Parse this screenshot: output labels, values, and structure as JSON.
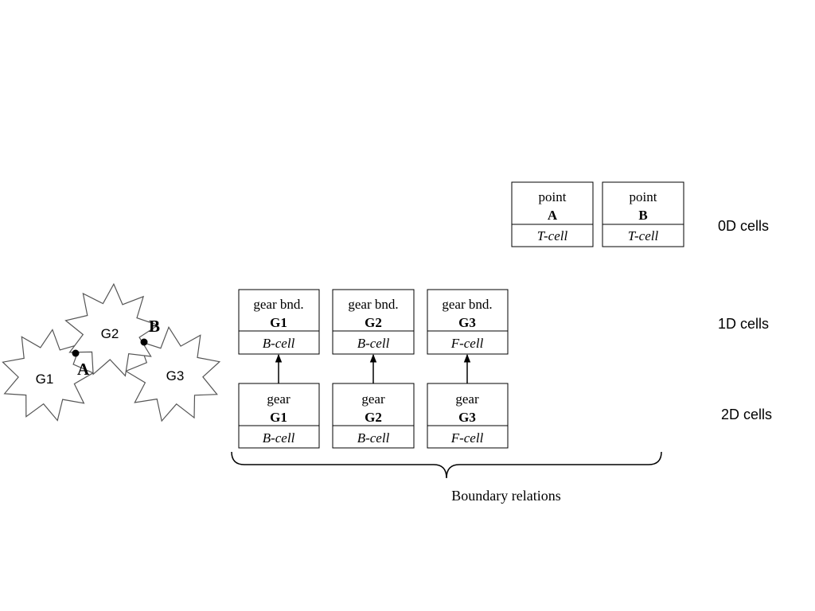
{
  "gears": [
    {
      "id": "gear-g1",
      "label": "G1"
    },
    {
      "id": "gear-g2",
      "label": "G2"
    },
    {
      "id": "gear-g3",
      "label": "G3"
    }
  ],
  "contact_points": [
    {
      "label": "A"
    },
    {
      "label": "B"
    }
  ],
  "cells_0d": [
    {
      "title": "point",
      "name": "A",
      "type": "T-cell"
    },
    {
      "title": "point",
      "name": "B",
      "type": "T-cell"
    }
  ],
  "cells_1d": [
    {
      "title": "gear bnd.",
      "name": "G1",
      "type": "B-cell"
    },
    {
      "title": "gear bnd.",
      "name": "G2",
      "type": "B-cell"
    },
    {
      "title": "gear bnd.",
      "name": "G3",
      "type": "F-cell"
    }
  ],
  "cells_2d": [
    {
      "title": "gear",
      "name": "G1",
      "type": "B-cell"
    },
    {
      "title": "gear",
      "name": "G2",
      "type": "B-cell"
    },
    {
      "title": "gear",
      "name": "G3",
      "type": "F-cell"
    }
  ],
  "row_labels": {
    "zero_d": "0D cells",
    "one_d": "1D cells",
    "two_d": "2D cells"
  },
  "brace_label": "Boundary relations"
}
